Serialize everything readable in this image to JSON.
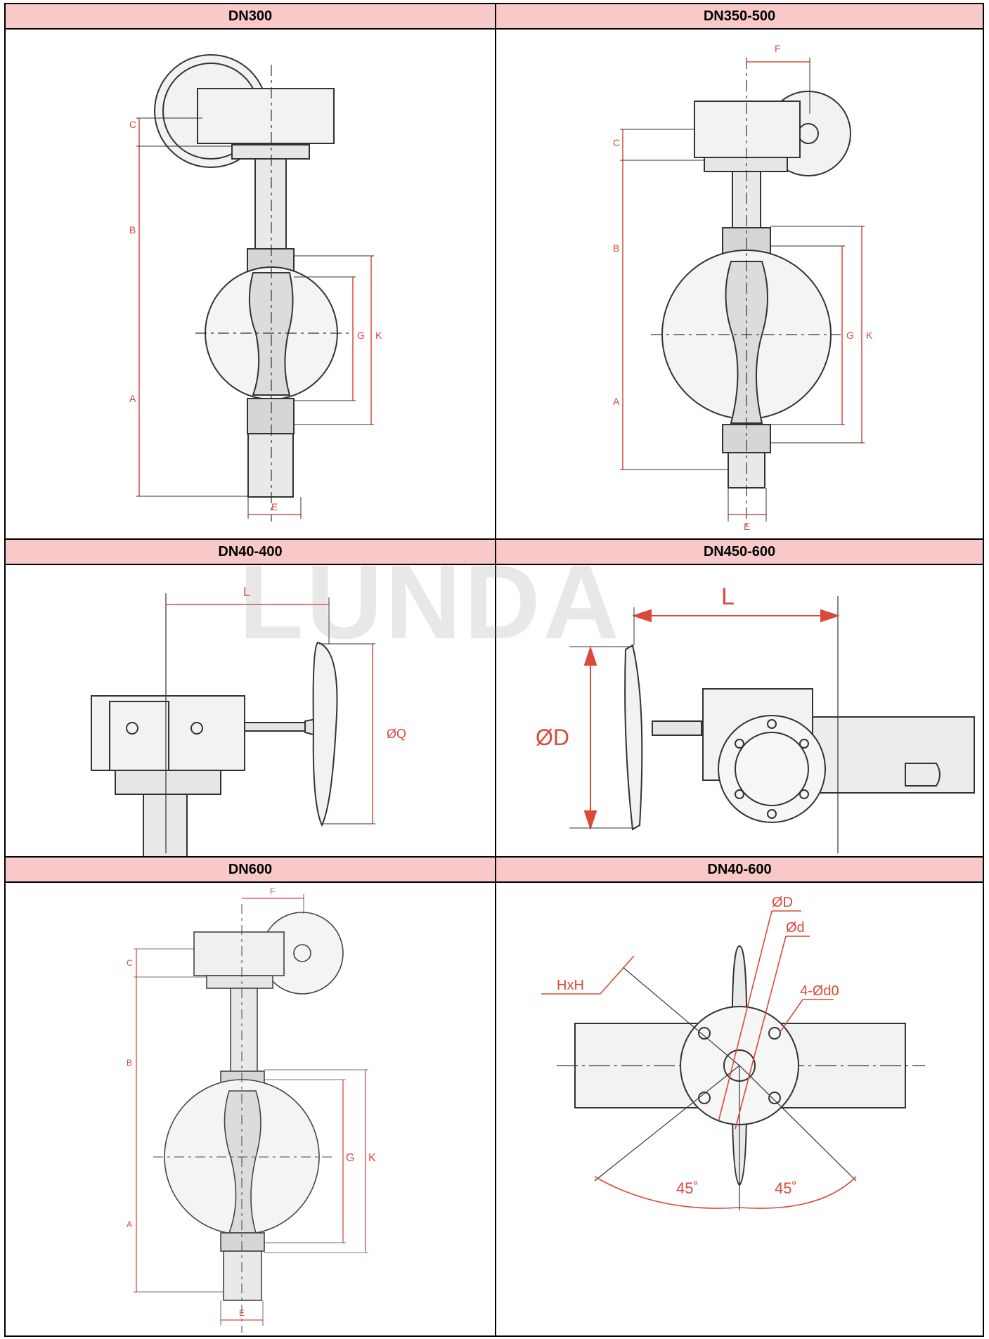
{
  "panels": [
    {
      "title": "DN300",
      "labels": {
        "C": "C",
        "B": "B",
        "A": "A",
        "G": "G",
        "K": "K",
        "E": "E"
      }
    },
    {
      "title": "DN350-500",
      "labels": {
        "F": "F",
        "C": "C",
        "B": "B",
        "A": "A",
        "G": "G",
        "K": "K",
        "E": "E"
      }
    },
    {
      "title": "DN40-400",
      "labels": {
        "L": "L",
        "Q": "ØQ"
      }
    },
    {
      "title": "DN450-600",
      "labels": {
        "L": "L",
        "D": "ØD"
      }
    },
    {
      "title": "DN600",
      "labels": {
        "F": "F",
        "C": "C",
        "B": "B",
        "A": "A",
        "G": "G",
        "K": "K",
        "E": "E"
      }
    },
    {
      "title": "DN40-600",
      "labels": {
        "D": "ØD",
        "d": "Ød",
        "d0": "4-Ød0",
        "HxH": "HxH",
        "a1": "45˚",
        "a2": "45˚"
      }
    }
  ],
  "watermark": "LUNDA",
  "colors": {
    "header_bg": "#f9c8c8",
    "dimension": "#d94a3a",
    "drawing": "#333333"
  }
}
